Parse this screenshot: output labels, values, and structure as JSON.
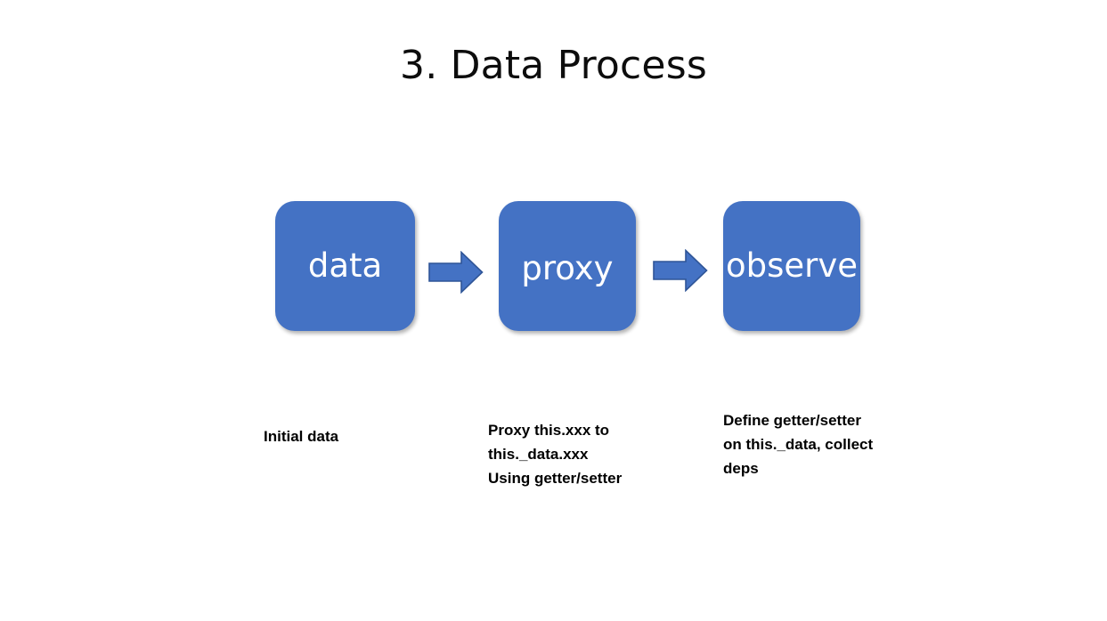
{
  "slide": {
    "title": "3. Data Process",
    "background_color": "#FFFFFF"
  },
  "theme": {
    "node_fill": "#4472C4",
    "node_text_color": "#FFFFFF",
    "arrow_fill": "#4472C4",
    "arrow_stroke": "#2F5597",
    "caption_color": "#000000",
    "title_color": "#0D0D0D"
  },
  "diagram": {
    "type": "flow",
    "nodes": [
      {
        "id": "data",
        "label": "data"
      },
      {
        "id": "proxy",
        "label": "proxy"
      },
      {
        "id": "observe",
        "label": "observe"
      }
    ],
    "arrows": [
      {
        "id": "arrow-1",
        "from": "data",
        "to": "proxy",
        "glyph": "right-arrow"
      },
      {
        "id": "arrow-2",
        "from": "proxy",
        "to": "observe",
        "glyph": "right-arrow"
      }
    ],
    "captions": [
      {
        "for": "data",
        "text": "Initial data"
      },
      {
        "for": "proxy",
        "text": "Proxy this.xxx to\nthis._data.xxx\nUsing getter/setter"
      },
      {
        "for": "observe",
        "text": "Define getter/setter\non this._data, collect\ndeps"
      }
    ]
  }
}
